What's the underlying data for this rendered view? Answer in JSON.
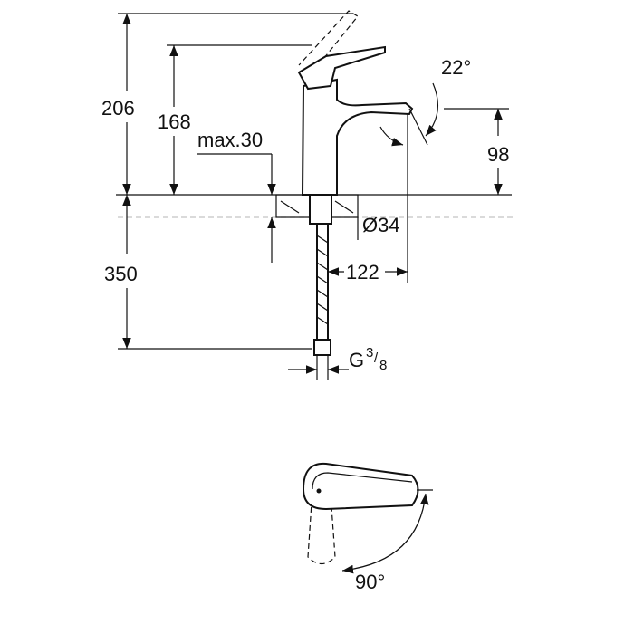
{
  "drawing": {
    "dimensions": {
      "total_height": "206",
      "spout_height": "168",
      "max_thickness": "max.30",
      "spout_angle": "22°",
      "outlet_height": "98",
      "hole_diameter": "Ø34",
      "hose_length": "350",
      "projection": "122",
      "connection_prefix": "G",
      "connection_num": "3",
      "connection_den": "8",
      "handle_rotation": "90°"
    }
  }
}
